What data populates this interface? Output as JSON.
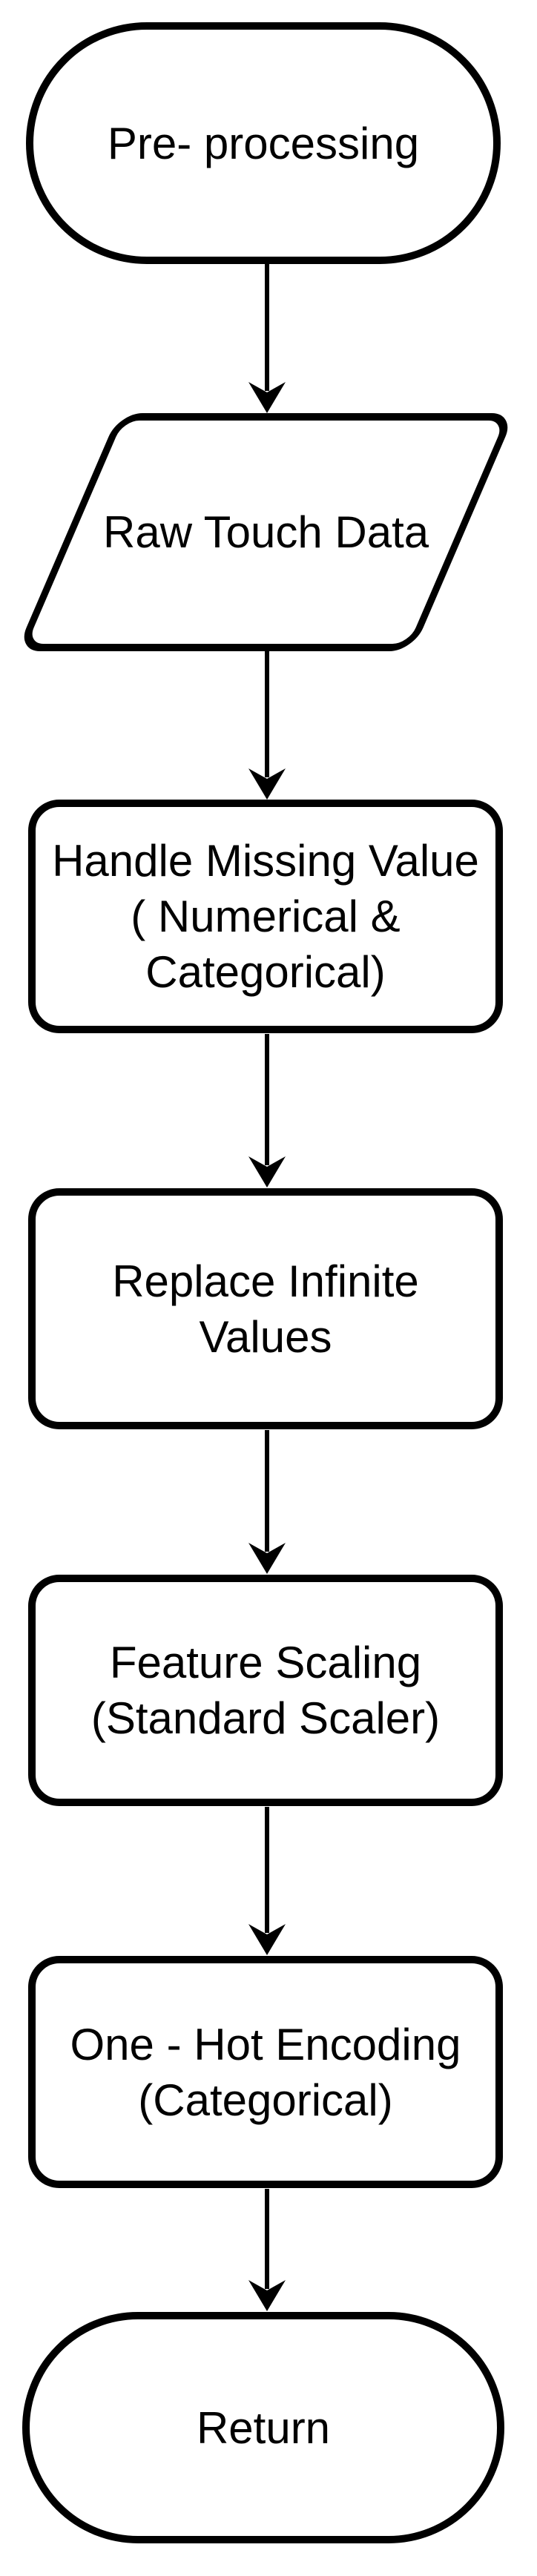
{
  "diagram": {
    "type": "flowchart",
    "colors": {
      "background": "#ffffff",
      "stroke": "#000000",
      "text": "#000000"
    },
    "nodes": [
      {
        "id": "pre-processing",
        "shape": "terminator",
        "lines": [
          "Pre- processing"
        ]
      },
      {
        "id": "raw-touch-data",
        "shape": "parallelogram",
        "lines": [
          "Raw Touch Data"
        ]
      },
      {
        "id": "handle-missing-value",
        "shape": "process",
        "lines": [
          "Handle Missing Value",
          "( Numerical &",
          "Categorical)"
        ]
      },
      {
        "id": "replace-infinite-values",
        "shape": "process",
        "lines": [
          "Replace Infinite",
          "Values"
        ]
      },
      {
        "id": "feature-scaling",
        "shape": "process",
        "lines": [
          "Feature Scaling",
          "(Standard Scaler)"
        ]
      },
      {
        "id": "one-hot-encoding",
        "shape": "process",
        "lines": [
          "One - Hot Encoding",
          "(Categorical)"
        ]
      },
      {
        "id": "return",
        "shape": "terminator",
        "lines": [
          "Return"
        ]
      }
    ],
    "connectors": [
      {
        "from": "pre-processing",
        "to": "raw-touch-data",
        "direction": "down"
      },
      {
        "from": "raw-touch-data",
        "to": "handle-missing-value",
        "direction": "down"
      },
      {
        "from": "handle-missing-value",
        "to": "replace-infinite-values",
        "direction": "down"
      },
      {
        "from": "replace-infinite-values",
        "to": "feature-scaling",
        "direction": "down"
      },
      {
        "from": "feature-scaling",
        "to": "one-hot-encoding",
        "direction": "down"
      },
      {
        "from": "one-hot-encoding",
        "to": "return",
        "direction": "down"
      }
    ]
  }
}
